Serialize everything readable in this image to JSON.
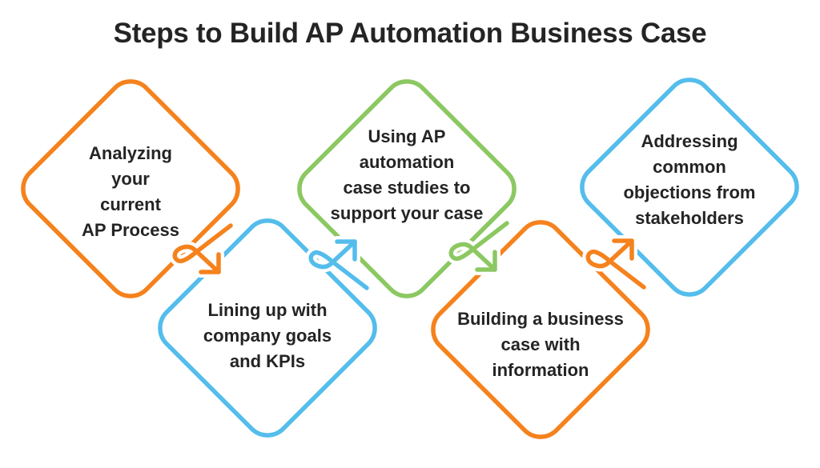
{
  "title": "Steps to Build AP Automation Business Case",
  "colors": {
    "orange": "#F5821D",
    "green": "#8CC862",
    "blue": "#54BDEC",
    "text": "#242424",
    "background": "#FFFFFF"
  },
  "steps": [
    {
      "id": 1,
      "color_name": "orange",
      "label": "Analyzing\nyour\ncurrent\nAP Process"
    },
    {
      "id": 2,
      "color_name": "blue",
      "label": "Lining up with\ncompany goals\nand KPIs"
    },
    {
      "id": 3,
      "color_name": "green",
      "label": "Using AP\nautomation\ncase studies to\nsupport your case"
    },
    {
      "id": 4,
      "color_name": "orange",
      "label": "Building a business\ncase with\ninformation"
    },
    {
      "id": 5,
      "color_name": "blue",
      "label": "Addressing\ncommon\nobjections from\nstakeholders"
    }
  ],
  "arrows": [
    {
      "from": 1,
      "to": 2,
      "color_name": "orange",
      "direction": "down-right"
    },
    {
      "from": 2,
      "to": 3,
      "color_name": "blue",
      "direction": "up-right"
    },
    {
      "from": 3,
      "to": 4,
      "color_name": "green",
      "direction": "down-right"
    },
    {
      "from": 4,
      "to": 5,
      "color_name": "orange",
      "direction": "up-right"
    }
  ]
}
